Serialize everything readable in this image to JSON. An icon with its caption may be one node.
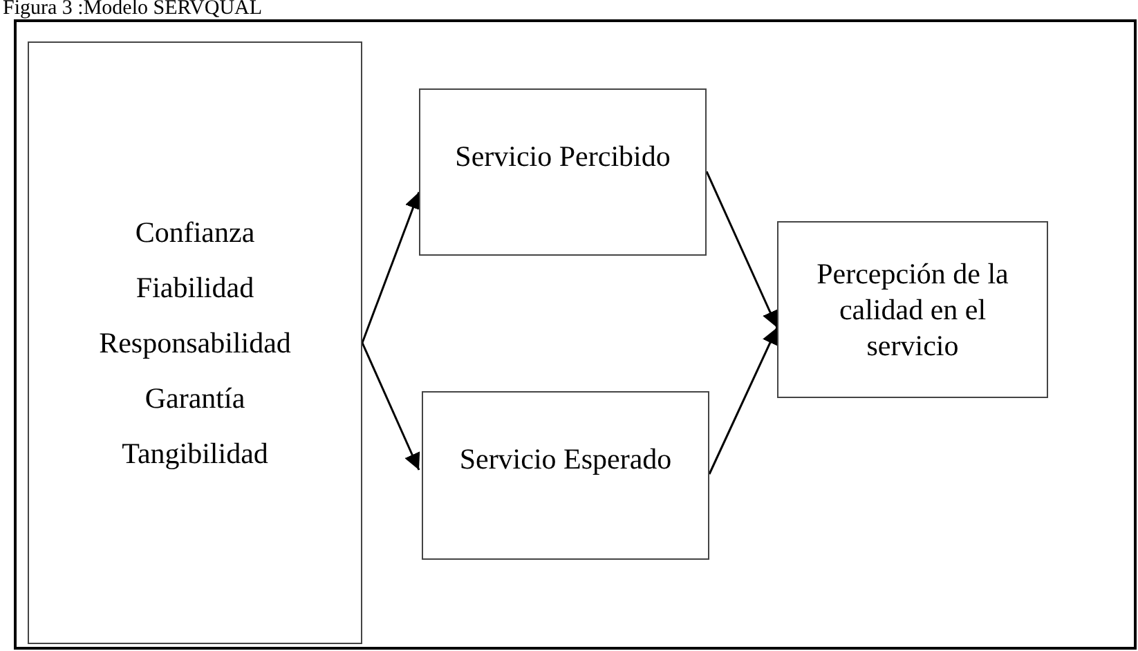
{
  "diagram": {
    "title": "Figura 3 :Modelo SERVQUAL",
    "nodes": [
      {
        "text": [
          "Confianza",
          "Fiabilidad",
          "Responsabilidad",
          "Garantía",
          "Tangibilidad"
        ]
      },
      {
        "text": [
          "Servicio Percibido"
        ]
      },
      {
        "text": [
          "Servicio Esperado"
        ]
      },
      {
        "text": [
          "Percepción de la calidad en el servicio"
        ]
      }
    ],
    "edges": [
      {
        "from": 0,
        "to": 1,
        "arrow": "to"
      },
      {
        "from": 0,
        "to": 2,
        "arrow": "to"
      },
      {
        "from": 1,
        "to": 3,
        "arrow": "to"
      },
      {
        "from": 2,
        "to": 3,
        "arrow": "to"
      }
    ]
  }
}
